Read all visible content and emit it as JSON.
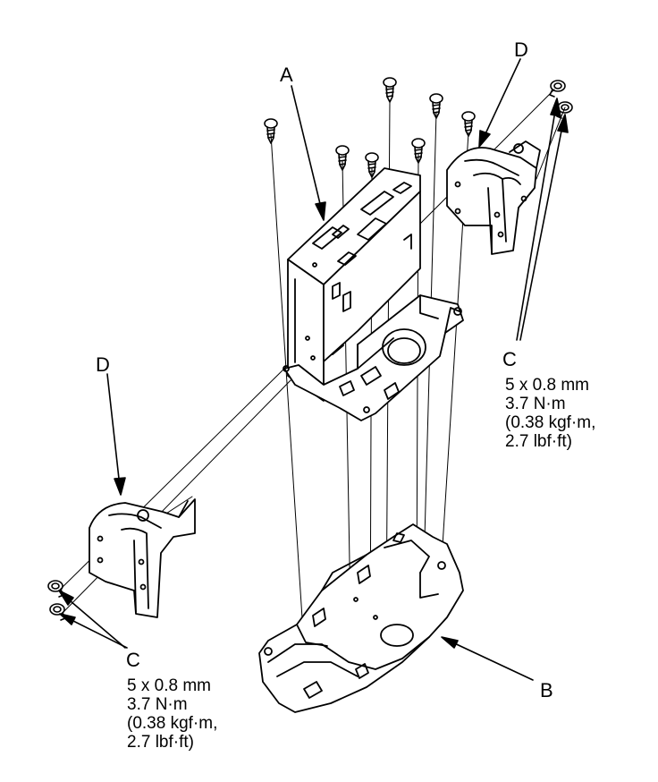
{
  "labels": {
    "a": "A",
    "b": "B",
    "c_right": "C",
    "c_left": "C",
    "d_right": "D",
    "d_left": "D"
  },
  "spec_right": {
    "size": "5 x 0.8 mm",
    "torque_nm": "3.7 N·m",
    "torque_kgf": "(0.38 kgf·m,",
    "torque_lbf": "2.7 lbf·ft)"
  },
  "spec_left": {
    "size": "5 x 0.8 mm",
    "torque_nm": "3.7 N·m",
    "torque_kgf": "(0.38 kgf·m,",
    "torque_lbf": "2.7 lbf·ft)"
  },
  "colors": {
    "ink": "#000000",
    "paper": "#ffffff"
  }
}
